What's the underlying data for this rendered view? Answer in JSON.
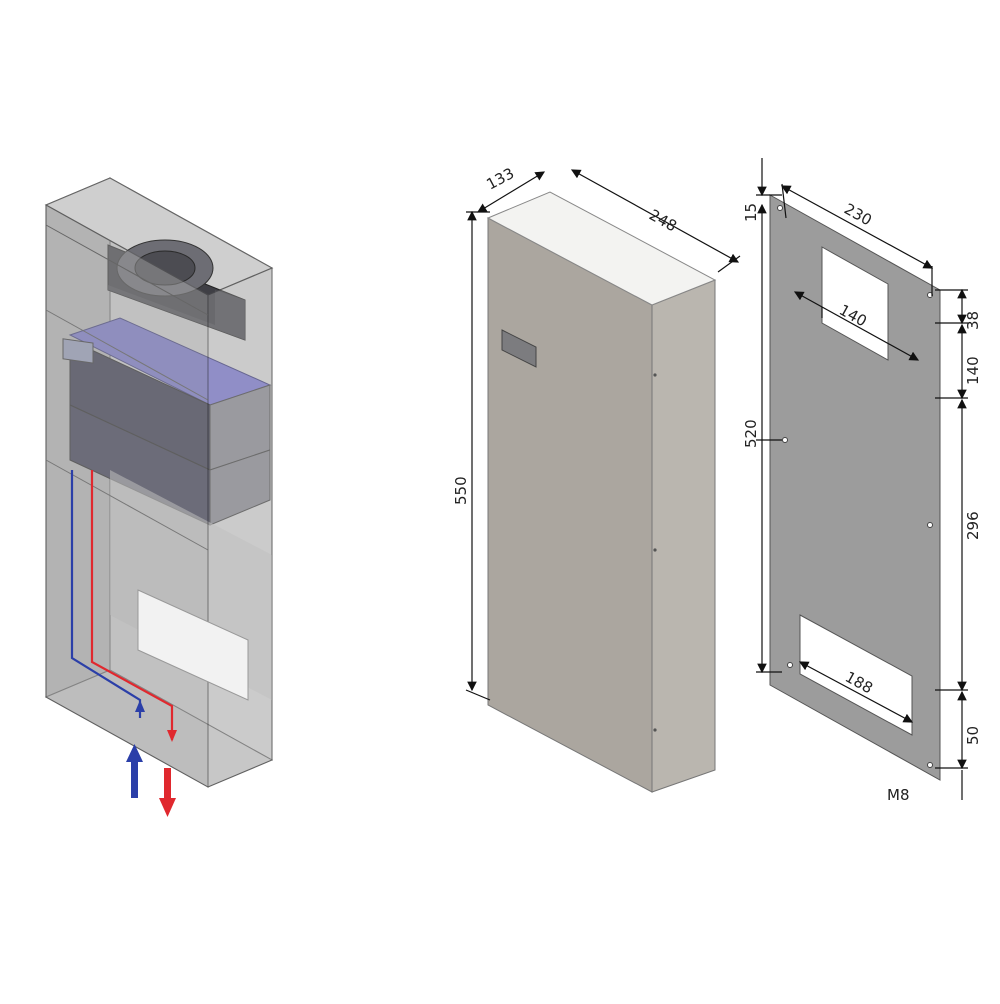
{
  "dimensions": {
    "depth": "133",
    "width": "248",
    "height": "550",
    "cutout_top_width": "230",
    "cutout_inner_width": "140",
    "top_offset": "15",
    "hole_spacing_38": "38",
    "cutout_height": "140",
    "hole_span_520": "520",
    "mid_span_296": "296",
    "bottom_cutout_width": "188",
    "bottom_offset": "50",
    "thread": "M8"
  },
  "colors": {
    "cold_air": "#2b3fa8",
    "hot_air": "#e0282e",
    "cabinet": "#aba69f",
    "plate": "#9c9c9c",
    "housing_glass": "#c9c9c9"
  }
}
